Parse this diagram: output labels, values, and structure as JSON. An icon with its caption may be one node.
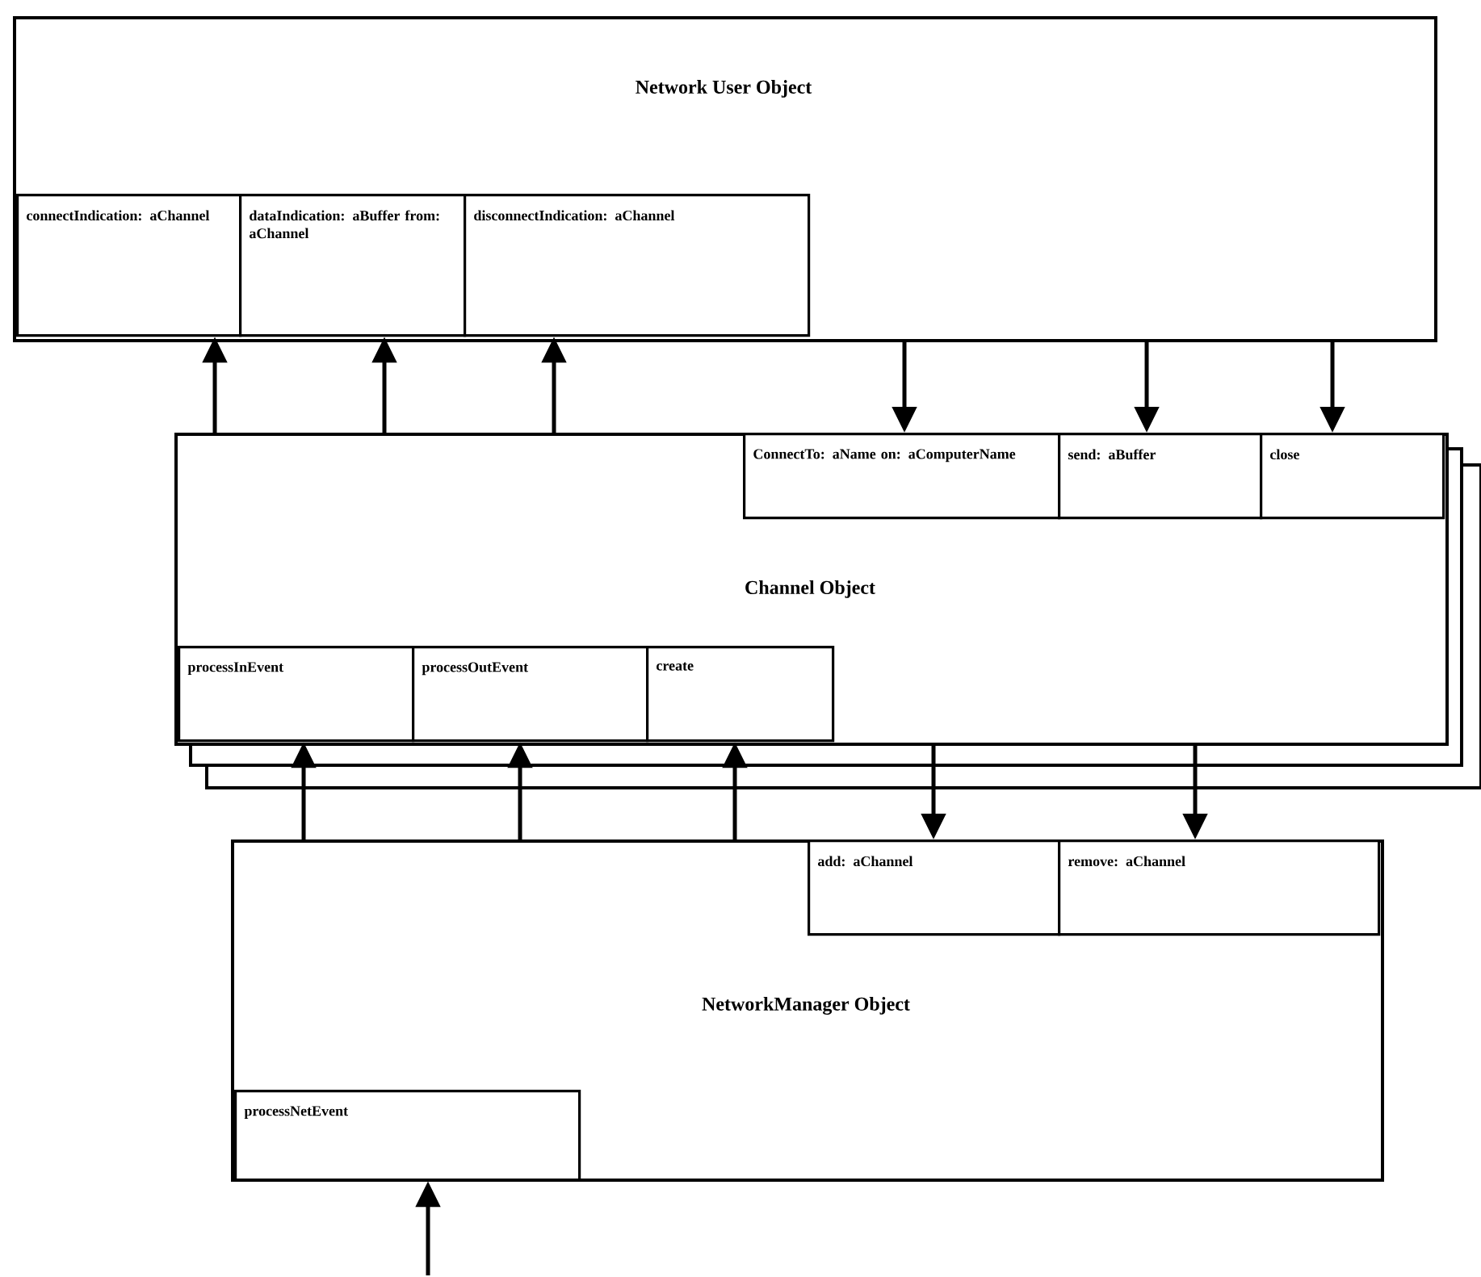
{
  "diagram": {
    "nodes": [
      {
        "text": [
          "Network User Object"
        ]
      },
      {
        "text": [
          "connectIndication: aChannel"
        ],
        "in": 0
      },
      {
        "text": [
          "dataIndication: aBuffer from: aChannel"
        ],
        "in": 0
      },
      {
        "text": [
          "disconnectIndication: aChannel"
        ],
        "in": 0
      },
      {
        "text": [
          "Channel Object"
        ]
      },
      {
        "text": [
          "ConnectTo: aName on: aComputerName"
        ],
        "in": 4
      },
      {
        "text": [
          "send: aBuffer"
        ],
        "in": 4
      },
      {
        "text": [
          "close"
        ],
        "in": 4
      },
      {
        "text": [
          "processInEvent"
        ],
        "in": 4
      },
      {
        "text": [
          "processOutEvent"
        ],
        "in": 4
      },
      {
        "text": [
          "create"
        ],
        "in": 4
      },
      {
        "text": [
          "NetworkManager Object"
        ]
      },
      {
        "text": [
          "add: aChannel"
        ],
        "in": 11
      },
      {
        "text": [
          "remove: aChannel"
        ],
        "in": 11
      },
      {
        "text": [
          "processNetEvent"
        ],
        "in": 11
      }
    ],
    "edges": [
      {
        "from": 4,
        "to": 1,
        "arrow": "to"
      },
      {
        "from": 4,
        "to": 2,
        "arrow": "to"
      },
      {
        "from": 4,
        "to": 3,
        "arrow": "to"
      },
      {
        "from": 0,
        "to": 5,
        "arrow": "to"
      },
      {
        "from": 0,
        "to": 6,
        "arrow": "to"
      },
      {
        "from": 0,
        "to": 7,
        "arrow": "to"
      },
      {
        "from": 11,
        "to": 8,
        "arrow": "to"
      },
      {
        "from": 11,
        "to": 9,
        "arrow": "to"
      },
      {
        "from": 11,
        "to": 10,
        "arrow": "to"
      },
      {
        "from": 4,
        "to": 12,
        "arrow": "to"
      },
      {
        "from": 4,
        "to": 13,
        "arrow": "to"
      },
      {
        "from": null,
        "to": 14,
        "arrow": "to"
      }
    ]
  }
}
